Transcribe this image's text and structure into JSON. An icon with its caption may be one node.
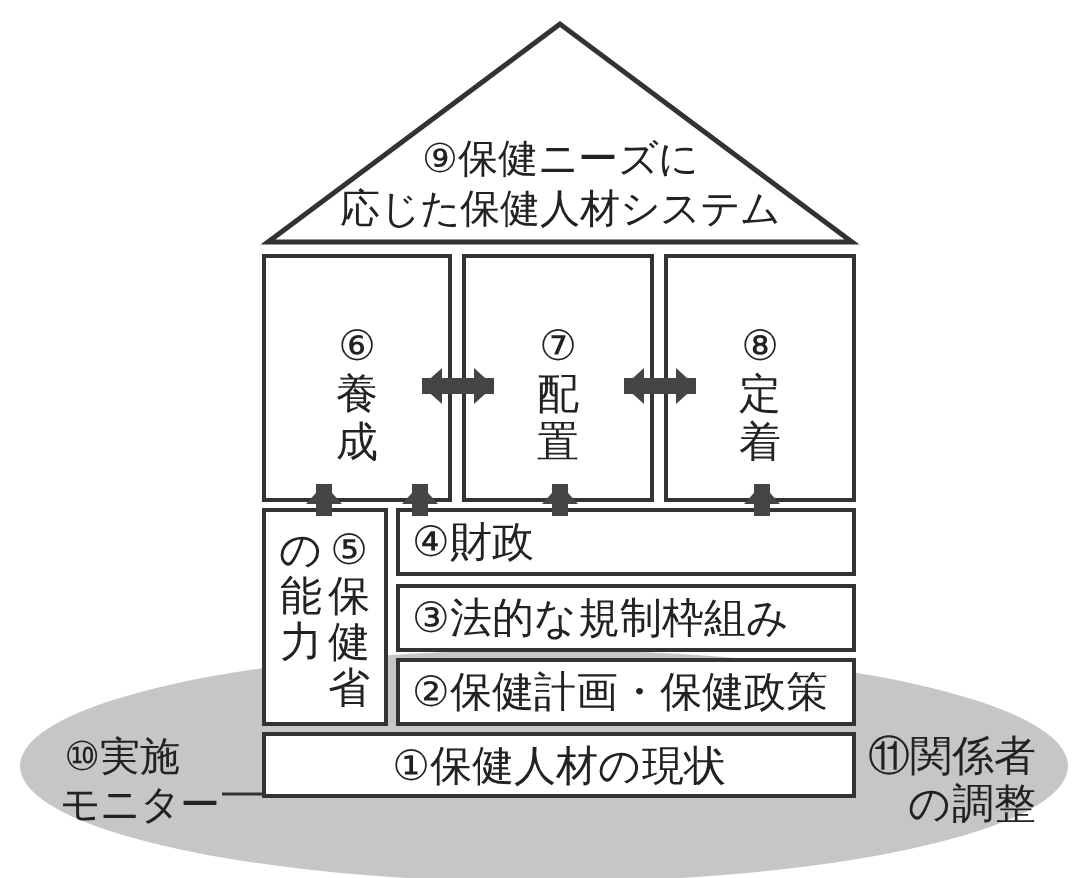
{
  "diagram": {
    "nodes": [
      {
        "text": [
          "⑨保健ニーズに応じた保健人材システム"
        ]
      },
      {
        "text": [
          "⑥養成"
        ]
      },
      {
        "text": [
          "⑦配置"
        ]
      },
      {
        "text": [
          "⑧定着"
        ]
      },
      {
        "text": [
          "⑤保健省の能力"
        ]
      },
      {
        "text": [
          "④財政"
        ]
      },
      {
        "text": [
          "③法的な規制枠組み"
        ]
      },
      {
        "text": [
          "②保健計画・保健政策"
        ]
      },
      {
        "text": [
          "⑩実施モニター"
        ]
      },
      {
        "text": [
          "①保健人材の現状"
        ]
      }
    ],
    "edges": [
      {
        "from": 1,
        "to": 2,
        "arrow": "both"
      },
      {
        "from": 2,
        "to": 3,
        "arrow": "both"
      },
      {
        "from": 4,
        "to": 1,
        "arrow": "to"
      },
      {
        "from": 5,
        "to": 1,
        "arrow": "to"
      },
      {
        "from": 5,
        "to": 2,
        "arrow": "to"
      },
      {
        "from": 5,
        "to": 3,
        "arrow": "to"
      },
      {
        "from": 8,
        "to": 9,
        "arrow": "none"
      }
    ],
    "labels": [
      "⑪関係者の調整"
    ]
  }
}
